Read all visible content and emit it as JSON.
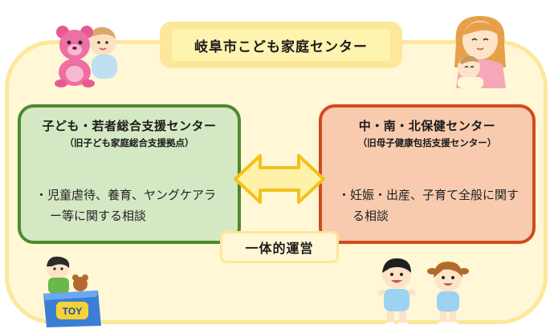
{
  "title": "岐阜市こども家庭センター",
  "left_box": {
    "title": "子ども・若者総合支援センター",
    "subtitle": "（旧子ども家庭総合支援拠点）",
    "description": "・児童虐待、養育、ヤングケアラー等に関する相談"
  },
  "right_box": {
    "title": "中・南・北保健センター",
    "subtitle": "（旧母子健康包括支援センター）",
    "description": "・妊娠・出産、子育て全般に関する相談"
  },
  "center_label": "一体的運営",
  "toybox_label": "TOY",
  "colors": {
    "frame": "#fde79a",
    "left_fill": "#d5e8c4",
    "left_border": "#4d8a2e",
    "right_fill": "#f8cbae",
    "right_border": "#d24a1e",
    "arrow_fill": "#fff1a8",
    "arrow_border": "#f2c21b"
  },
  "icons": [
    "teddy-bear-and-baby-icon",
    "mother-and-baby-icon",
    "child-with-toybox-icon",
    "two-children-icon",
    "double-arrow-icon"
  ]
}
